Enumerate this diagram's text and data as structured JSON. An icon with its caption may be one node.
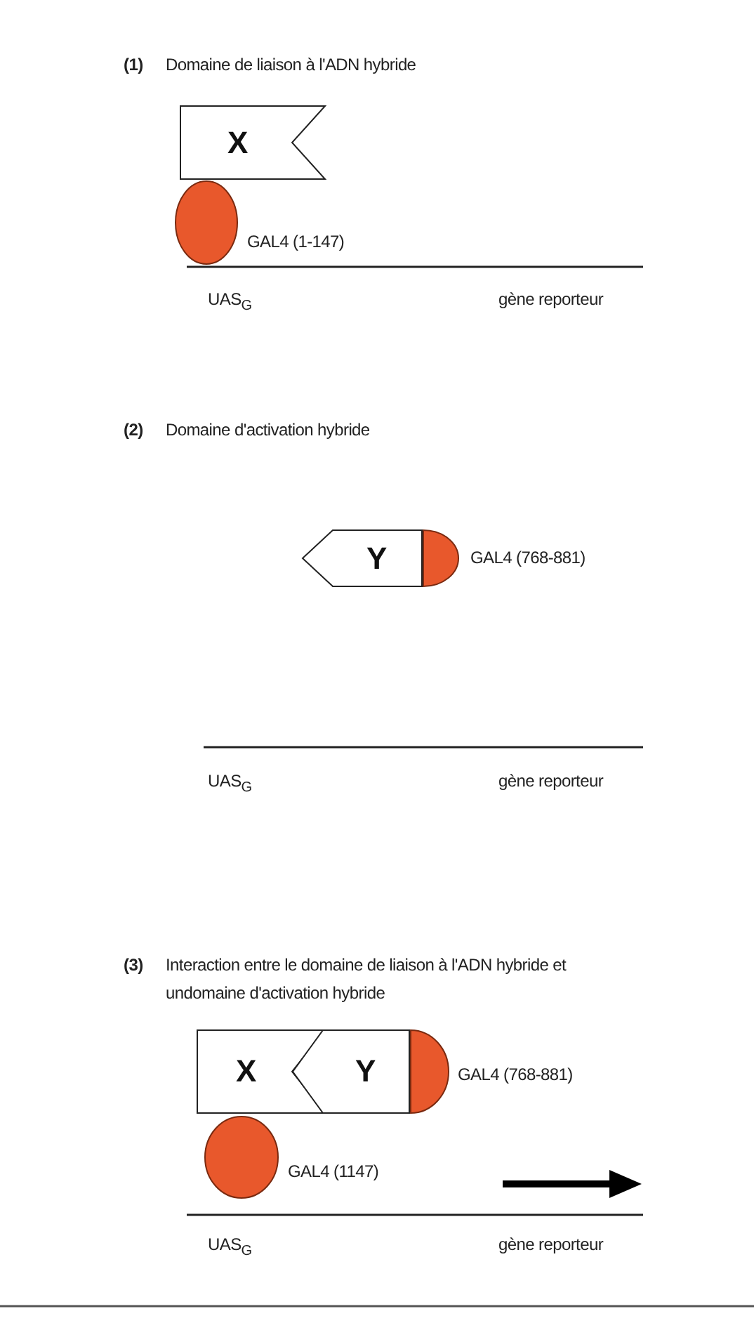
{
  "diagram": {
    "nodes": [
      {
        "text": [
          "X"
        ]
      },
      {
        "text": [],
        "shape": "circle",
        "beside": [
          "GAL4 (1-147)"
        ]
      },
      {
        "text": [
          "Y"
        ]
      },
      {
        "text": [],
        "shape": "semicircle",
        "beside": [
          "GAL4 (768-881)"
        ]
      },
      {
        "text": [
          "X"
        ]
      },
      {
        "text": [
          "Y"
        ]
      },
      {
        "text": [],
        "shape": "semicircle",
        "beside": [
          "GAL4 (768-881)"
        ]
      },
      {
        "text": [],
        "shape": "circle",
        "beside": [
          "GAL4 (1147)"
        ]
      }
    ],
    "edges": [],
    "labels": [
      "(1)",
      "Domaine de liaison à l'ADN hybride",
      "UAS$_{G}$",
      "gène reporteur",
      "(2)",
      "Domaine d'activation hybride",
      "UAS$_{G}$",
      "gène reporteur",
      "(3)",
      "Interaction entre le domaine de liaison à l'ADN hybride et undomaine d'activation hybride",
      "UAS$_{G}$",
      "gène reporteur"
    ]
  }
}
